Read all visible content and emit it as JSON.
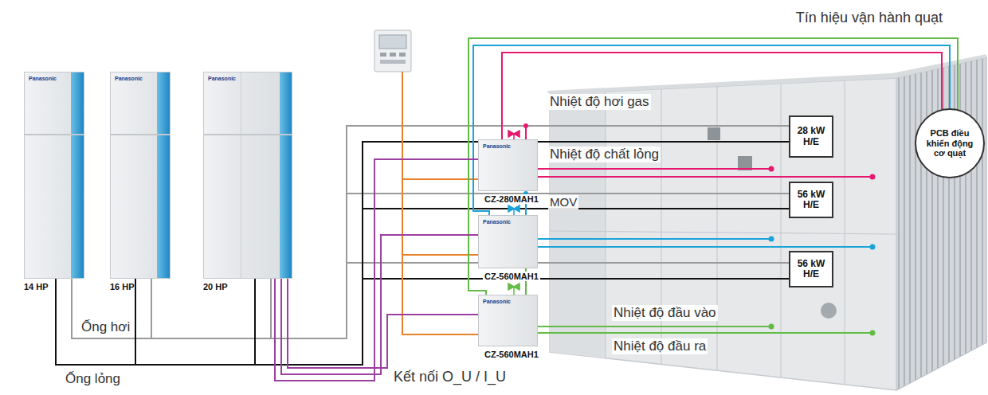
{
  "diagram": {
    "nodes": [
      {
        "text": [
          "Panasonic",
          "14 HP"
        ]
      },
      {
        "text": [
          "Panasonic",
          "16 HP"
        ]
      },
      {
        "text": [
          "Panasonic",
          "20 HP"
        ]
      },
      {
        "text": [
          "Panasonic",
          "CZ-280MAH1"
        ]
      },
      {
        "text": [
          "Panasonic",
          "CZ-560MAH1"
        ]
      },
      {
        "text": [
          "Panasonic",
          "CZ-560MAH1"
        ]
      },
      {
        "text": [
          "28 kW H/E"
        ]
      },
      {
        "text": [
          "56 kW H/E"
        ]
      },
      {
        "text": [
          "56 kW H/E"
        ]
      },
      {
        "text": [
          "PCB điều khiển động cơ quạt"
        ]
      }
    ],
    "edges": [
      {
        "from": 3,
        "to": 9,
        "arrow": "none"
      },
      {
        "from": 4,
        "to": 9,
        "arrow": "none"
      },
      {
        "from": 5,
        "to": 9,
        "arrow": "none",
        "label": "Tín hiệu vận hành quạt"
      },
      {
        "from": 2,
        "to": 3,
        "arrow": "none"
      },
      {
        "from": 2,
        "to": 4,
        "arrow": "none"
      },
      {
        "from": 2,
        "to": 5,
        "arrow": "none",
        "label": "Kết nối O_U / I_U"
      }
    ],
    "labels": [
      "Nhiệt độ hơi gas",
      "Nhiệt độ chất lỏng",
      "MOV",
      "Nhiệt độ đầu vào",
      "Nhiệt độ đầu ra",
      "Ống hơi",
      "Ống lỏng"
    ]
  }
}
